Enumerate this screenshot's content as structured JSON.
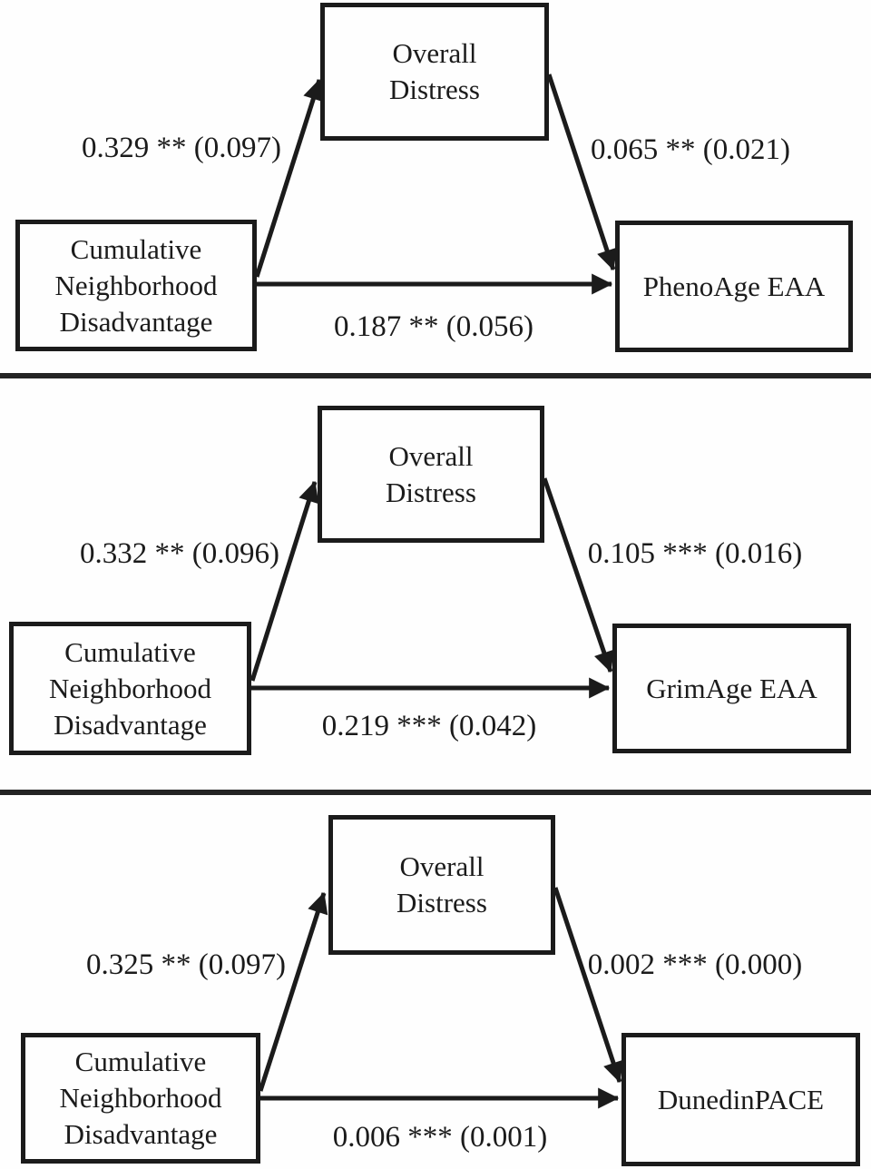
{
  "figure_type": "mediation-path-diagrams",
  "colors": {
    "ink": "#1b1b1b",
    "background": "#fefefe"
  },
  "panels": [
    {
      "predictor": "Cumulative\nNeighborhood\nDisadvantage",
      "mediator": "Overall\nDistress",
      "outcome": "PhenoAge EAA",
      "path_a_label": "0.329 ** (0.097)",
      "path_b_label": "0.065 ** (0.021)",
      "path_c_label": "0.187 ** (0.056)"
    },
    {
      "predictor": "Cumulative\nNeighborhood\nDisadvantage",
      "mediator": "Overall\nDistress",
      "outcome": "GrimAge EAA",
      "path_a_label": "0.332 ** (0.096)",
      "path_b_label": "0.105 *** (0.016)",
      "path_c_label": "0.219 *** (0.042)"
    },
    {
      "predictor": "Cumulative\nNeighborhood\nDisadvantage",
      "mediator": "Overall\nDistress",
      "outcome": "DunedinPACE",
      "path_a_label": "0.325 ** (0.097)",
      "path_b_label": "0.002 *** (0.000)",
      "path_c_label": "0.006 *** (0.001)"
    }
  ]
}
